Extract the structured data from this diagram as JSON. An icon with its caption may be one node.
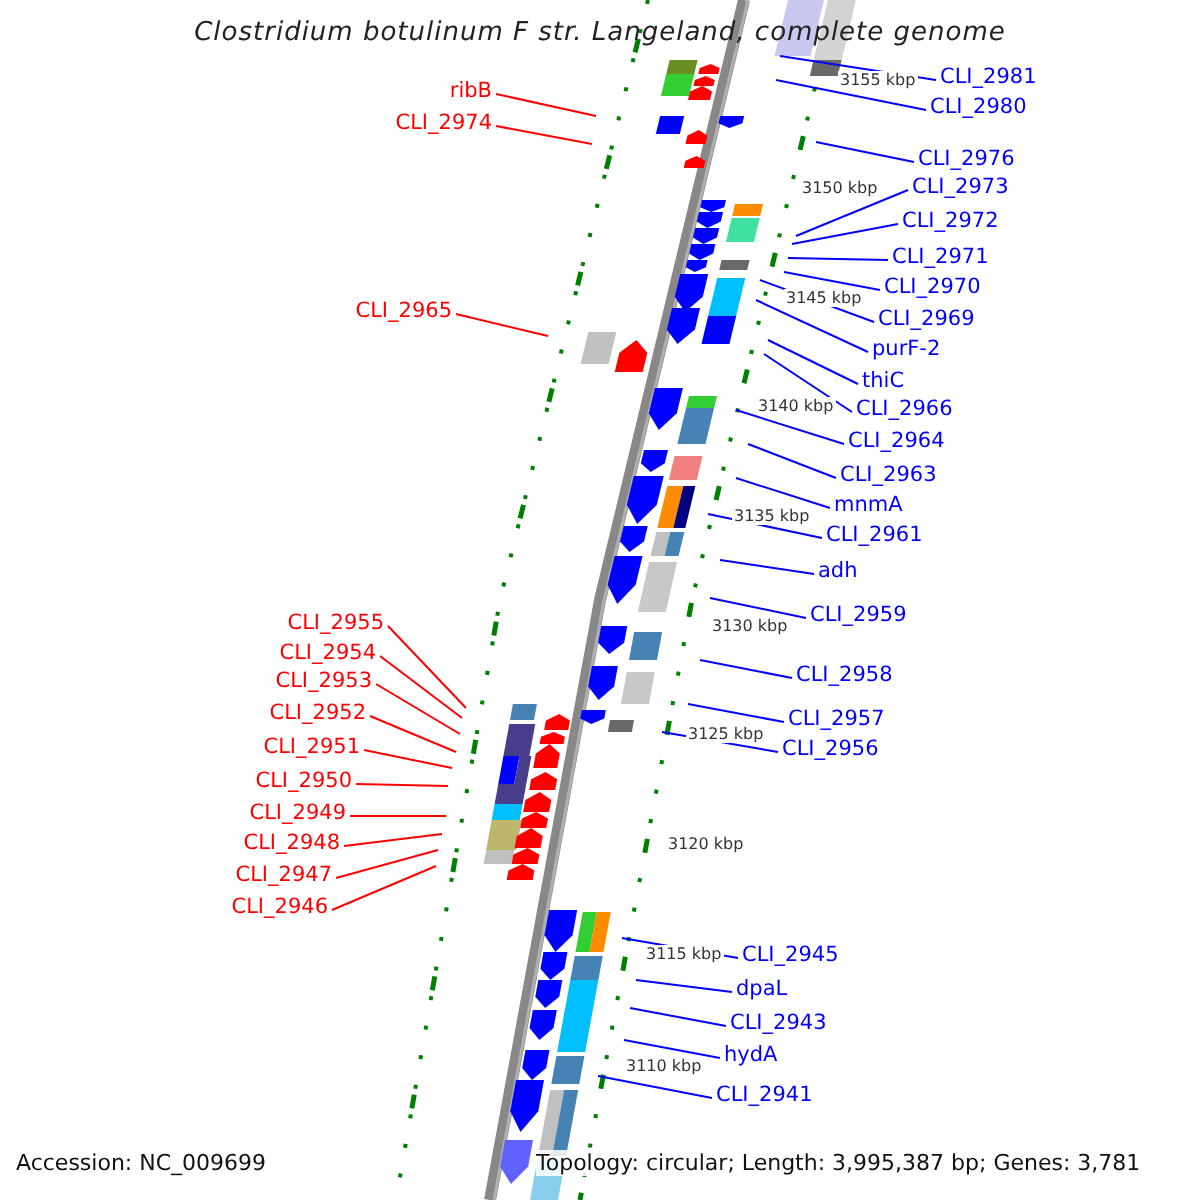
{
  "diagram": {
    "title": "Clostridium botulinum F str. Langeland, complete genome",
    "nodes": [
      {
        "text": [
          "ribB"
        ]
      },
      {
        "text": [
          "CLI_2974"
        ]
      },
      {
        "text": [
          "CLI_2965"
        ]
      },
      {
        "text": [
          "CLI_2955"
        ]
      },
      {
        "text": [
          "CLI_2954"
        ]
      },
      {
        "text": [
          "CLI_2953"
        ]
      },
      {
        "text": [
          "CLI_2952"
        ]
      },
      {
        "text": [
          "CLI_2951"
        ]
      },
      {
        "text": [
          "CLI_2950"
        ]
      },
      {
        "text": [
          "CLI_2949"
        ]
      },
      {
        "text": [
          "CLI_2948"
        ]
      },
      {
        "text": [
          "CLI_2947"
        ]
      },
      {
        "text": [
          "CLI_2946"
        ]
      },
      {
        "text": [
          "CLI_2981"
        ]
      },
      {
        "text": [
          "CLI_2980"
        ]
      },
      {
        "text": [
          "CLI_2976"
        ]
      },
      {
        "text": [
          "CLI_2973"
        ]
      },
      {
        "text": [
          "CLI_2972"
        ]
      },
      {
        "text": [
          "CLI_2971"
        ]
      },
      {
        "text": [
          "CLI_2970"
        ]
      },
      {
        "text": [
          "CLI_2969"
        ]
      },
      {
        "text": [
          "purF-2"
        ]
      },
      {
        "text": [
          "thiC"
        ]
      },
      {
        "text": [
          "CLI_2966"
        ]
      },
      {
        "text": [
          "CLI_2964"
        ]
      },
      {
        "text": [
          "CLI_2963"
        ]
      },
      {
        "text": [
          "mnmA"
        ]
      },
      {
        "text": [
          "CLI_2961"
        ]
      },
      {
        "text": [
          "adh"
        ]
      },
      {
        "text": [
          "CLI_2959"
        ]
      },
      {
        "text": [
          "CLI_2958"
        ]
      },
      {
        "text": [
          "CLI_2957"
        ]
      },
      {
        "text": [
          "CLI_2956"
        ]
      },
      {
        "text": [
          "CLI_2945"
        ]
      },
      {
        "text": [
          "dpaL"
        ]
      },
      {
        "text": [
          "CLI_2943"
        ]
      },
      {
        "text": [
          "hydA"
        ]
      },
      {
        "text": [
          "CLI_2941"
        ]
      }
    ],
    "edges": [
      {
        "from": 0,
        "to": null,
        "arrow": "none",
        "color": "#ff0000"
      },
      {
        "from": 1,
        "to": null,
        "arrow": "none",
        "color": "#ff0000"
      },
      {
        "from": 2,
        "to": null,
        "arrow": "none",
        "color": "#ff0000"
      },
      {
        "from": 3,
        "to": null,
        "arrow": "none",
        "color": "#ff0000"
      },
      {
        "from": 4,
        "to": null,
        "arrow": "none",
        "color": "#ff0000"
      },
      {
        "from": 5,
        "to": null,
        "arrow": "none",
        "color": "#ff0000"
      },
      {
        "from": 6,
        "to": null,
        "arrow": "none",
        "color": "#ff0000"
      },
      {
        "from": 7,
        "to": null,
        "arrow": "none",
        "color": "#ff0000"
      },
      {
        "from": 8,
        "to": null,
        "arrow": "none",
        "color": "#ff0000"
      },
      {
        "from": 9,
        "to": null,
        "arrow": "none",
        "color": "#ff0000"
      },
      {
        "from": 10,
        "to": null,
        "arrow": "none",
        "color": "#ff0000"
      },
      {
        "from": 11,
        "to": null,
        "arrow": "none",
        "color": "#ff0000"
      },
      {
        "from": 12,
        "to": null,
        "arrow": "none",
        "color": "#ff0000"
      },
      {
        "from": 13,
        "to": null,
        "arrow": "none"
      },
      {
        "from": 14,
        "to": null,
        "arrow": "none"
      },
      {
        "from": 15,
        "to": null,
        "arrow": "none"
      },
      {
        "from": 16,
        "to": null,
        "arrow": "none"
      },
      {
        "from": 17,
        "to": null,
        "arrow": "none"
      },
      {
        "from": 18,
        "to": null,
        "arrow": "none"
      },
      {
        "from": 19,
        "to": null,
        "arrow": "none"
      },
      {
        "from": 20,
        "to": null,
        "arrow": "none"
      },
      {
        "from": 21,
        "to": null,
        "arrow": "none"
      },
      {
        "from": 22,
        "to": null,
        "arrow": "none"
      },
      {
        "from": 23,
        "to": null,
        "arrow": "none"
      },
      {
        "from": 24,
        "to": null,
        "arrow": "none"
      },
      {
        "from": 25,
        "to": null,
        "arrow": "none"
      },
      {
        "from": 26,
        "to": null,
        "arrow": "none"
      },
      {
        "from": 27,
        "to": null,
        "arrow": "none"
      },
      {
        "from": 28,
        "to": null,
        "arrow": "none"
      },
      {
        "from": 29,
        "to": null,
        "arrow": "none"
      },
      {
        "from": 30,
        "to": null,
        "arrow": "none"
      },
      {
        "from": 31,
        "to": null,
        "arrow": "none"
      },
      {
        "from": 32,
        "to": null,
        "arrow": "none"
      },
      {
        "from": 33,
        "to": null,
        "arrow": "none"
      },
      {
        "from": 34,
        "to": null,
        "arrow": "none"
      },
      {
        "from": 35,
        "to": null,
        "arrow": "none"
      },
      {
        "from": 36,
        "to": null,
        "arrow": "none"
      },
      {
        "from": 37,
        "to": null,
        "arrow": "none"
      }
    ],
    "labels": [
      "3155 kbp",
      "3150 kbp",
      "3145 kbp",
      "3140 kbp",
      "3135 kbp",
      "3130 kbp",
      "3125 kbp",
      "3120 kbp",
      "3115 kbp",
      "3110 kbp",
      "Accession: NC_009699",
      "Topology: circular; Length: 3,995,387 bp; Genes: 3,781"
    ]
  }
}
